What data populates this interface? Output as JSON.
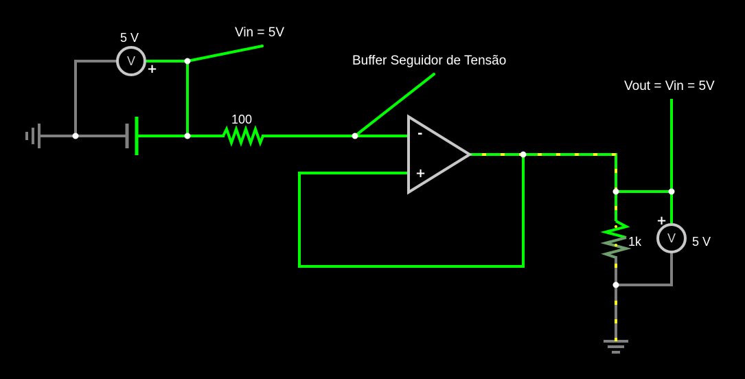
{
  "colors": {
    "background": "#000000",
    "wire_live": "#00ff00",
    "wire_ground": "#808080",
    "current_dot": "#ffff00",
    "component": "#c8c8c8",
    "node": "#ffffff",
    "label": "#ffffff"
  },
  "annotations": {
    "vin": "Vin = 5V",
    "buffer": "Buffer Seguidor de Tensão",
    "vout": "Vout = Vin = 5V"
  },
  "components": {
    "voltmeter_in": {
      "symbol": "V",
      "reading": "5 V",
      "plus": "+"
    },
    "voltmeter_out": {
      "symbol": "V",
      "reading": "5 V",
      "plus": "+"
    },
    "resistor_in": {
      "value": "100"
    },
    "resistor_load": {
      "value": "1k"
    },
    "opamp": {
      "minus": "-",
      "plus": "+"
    }
  },
  "icons": {
    "ground_left": "ground-icon",
    "ground_right": "ground-icon",
    "battery": "battery-icon"
  }
}
